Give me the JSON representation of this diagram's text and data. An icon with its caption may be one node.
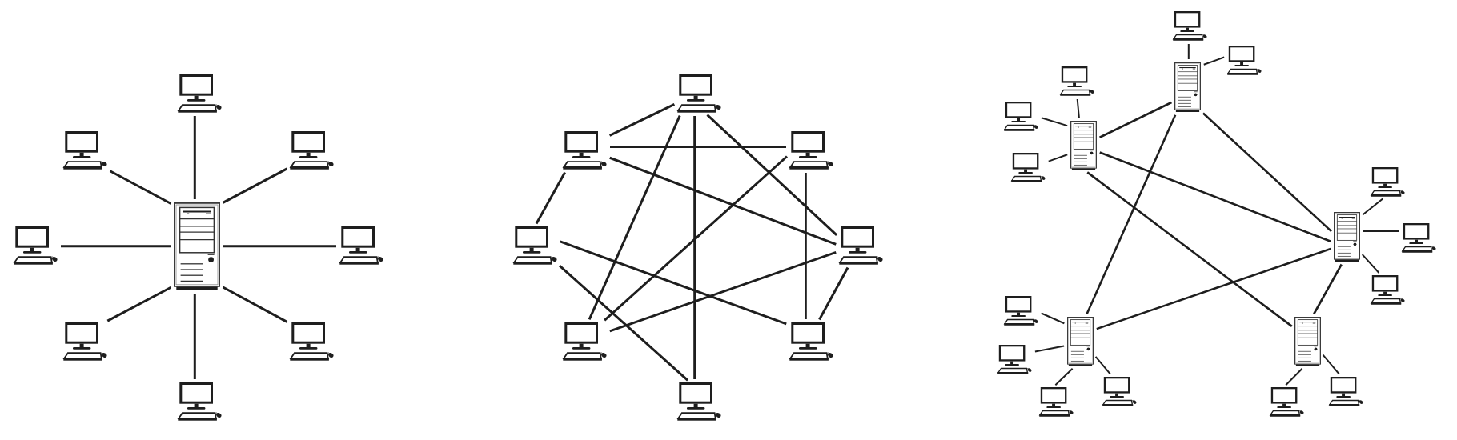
{
  "diagram": {
    "nodes": [
      {
        "text": [],
        "shape": "server"
      },
      {
        "text": [],
        "shape": "computer"
      },
      {
        "text": [],
        "shape": "computer"
      },
      {
        "text": [],
        "shape": "computer"
      },
      {
        "text": [],
        "shape": "computer"
      },
      {
        "text": [],
        "shape": "computer"
      },
      {
        "text": [],
        "shape": "computer"
      },
      {
        "text": [],
        "shape": "computer"
      },
      {
        "text": [],
        "shape": "computer"
      },
      {
        "text": [],
        "shape": "computer"
      },
      {
        "text": [],
        "shape": "computer"
      },
      {
        "text": [],
        "shape": "computer"
      },
      {
        "text": [],
        "shape": "computer"
      },
      {
        "text": [],
        "shape": "computer"
      },
      {
        "text": [],
        "shape": "computer"
      },
      {
        "text": [],
        "shape": "computer"
      },
      {
        "text": [],
        "shape": "computer"
      },
      {
        "text": [],
        "shape": "server"
      },
      {
        "text": [],
        "shape": "server"
      },
      {
        "text": [],
        "shape": "server"
      },
      {
        "text": [],
        "shape": "server"
      },
      {
        "text": [],
        "shape": "server"
      },
      {
        "text": [],
        "shape": "computer"
      },
      {
        "text": [],
        "shape": "computer"
      },
      {
        "text": [],
        "shape": "computer"
      },
      {
        "text": [],
        "shape": "computer"
      },
      {
        "text": [],
        "shape": "computer"
      },
      {
        "text": [],
        "shape": "computer"
      },
      {
        "text": [],
        "shape": "computer"
      },
      {
        "text": [],
        "shape": "computer"
      },
      {
        "text": [],
        "shape": "computer"
      },
      {
        "text": [],
        "shape": "computer"
      },
      {
        "text": [],
        "shape": "computer"
      },
      {
        "text": [],
        "shape": "computer"
      },
      {
        "text": [],
        "shape": "computer"
      },
      {
        "text": [],
        "shape": "computer"
      }
    ],
    "edges": [
      {
        "from": 0,
        "to": 1,
        "arrow": "none"
      },
      {
        "from": 0,
        "to": 2,
        "arrow": "none"
      },
      {
        "from": 0,
        "to": 3,
        "arrow": "none"
      },
      {
        "from": 0,
        "to": 4,
        "arrow": "none"
      },
      {
        "from": 0,
        "to": 5,
        "arrow": "none"
      },
      {
        "from": 0,
        "to": 6,
        "arrow": "none"
      },
      {
        "from": 0,
        "to": 7,
        "arrow": "none"
      },
      {
        "from": 0,
        "to": 8,
        "arrow": "none"
      },
      {
        "from": 9,
        "to": 10,
        "arrow": "none"
      },
      {
        "from": 10,
        "to": 11,
        "arrow": "none"
      },
      {
        "from": 10,
        "to": 13,
        "arrow": "none"
      },
      {
        "from": 10,
        "to": 12,
        "arrow": "none"
      },
      {
        "from": 9,
        "to": 14,
        "arrow": "none"
      },
      {
        "from": 9,
        "to": 16,
        "arrow": "none"
      },
      {
        "from": 9,
        "to": 13,
        "arrow": "none"
      },
      {
        "from": 11,
        "to": 14,
        "arrow": "none"
      },
      {
        "from": 11,
        "to": 15,
        "arrow": "none"
      },
      {
        "from": 12,
        "to": 15,
        "arrow": "none"
      },
      {
        "from": 12,
        "to": 16,
        "arrow": "none"
      },
      {
        "from": 13,
        "to": 14,
        "arrow": "none"
      },
      {
        "from": 13,
        "to": 15,
        "arrow": "none"
      },
      {
        "from": 18,
        "to": 17,
        "arrow": "none"
      },
      {
        "from": 17,
        "to": 20,
        "arrow": "none"
      },
      {
        "from": 17,
        "to": 19,
        "arrow": "none"
      },
      {
        "from": 18,
        "to": 19,
        "arrow": "none"
      },
      {
        "from": 18,
        "to": 21,
        "arrow": "none"
      },
      {
        "from": 19,
        "to": 20,
        "arrow": "none"
      },
      {
        "from": 19,
        "to": 21,
        "arrow": "none"
      },
      {
        "from": 17,
        "to": 22,
        "arrow": "none"
      },
      {
        "from": 17,
        "to": 23,
        "arrow": "none"
      },
      {
        "from": 18,
        "to": 24,
        "arrow": "none"
      },
      {
        "from": 18,
        "to": 25,
        "arrow": "none"
      },
      {
        "from": 18,
        "to": 26,
        "arrow": "none"
      },
      {
        "from": 19,
        "to": 27,
        "arrow": "none"
      },
      {
        "from": 19,
        "to": 28,
        "arrow": "none"
      },
      {
        "from": 19,
        "to": 29,
        "arrow": "none"
      },
      {
        "from": 20,
        "to": 30,
        "arrow": "none"
      },
      {
        "from": 20,
        "to": 31,
        "arrow": "none"
      },
      {
        "from": 20,
        "to": 32,
        "arrow": "none"
      },
      {
        "from": 20,
        "to": 33,
        "arrow": "none"
      },
      {
        "from": 21,
        "to": 34,
        "arrow": "none"
      },
      {
        "from": 21,
        "to": 35,
        "arrow": "none"
      }
    ]
  }
}
